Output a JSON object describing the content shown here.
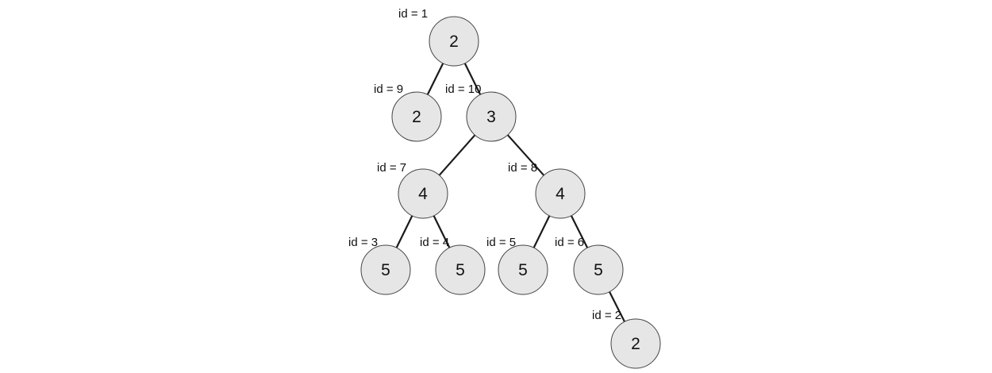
{
  "tree": {
    "nodes": [
      {
        "key": "n1",
        "value": "2",
        "id_label": "id = 1"
      },
      {
        "key": "n9",
        "value": "2",
        "id_label": "id = 9"
      },
      {
        "key": "n10",
        "value": "3",
        "id_label": "id = 10"
      },
      {
        "key": "n7",
        "value": "4",
        "id_label": "id = 7"
      },
      {
        "key": "n8",
        "value": "4",
        "id_label": "id = 8"
      },
      {
        "key": "n3",
        "value": "5",
        "id_label": "id = 3"
      },
      {
        "key": "n4",
        "value": "5",
        "id_label": "id = 4"
      },
      {
        "key": "n5",
        "value": "5",
        "id_label": "id = 5"
      },
      {
        "key": "n6",
        "value": "5",
        "id_label": "id = 6"
      },
      {
        "key": "n2",
        "value": "2",
        "id_label": "id = 2"
      }
    ],
    "edges": [
      [
        "n1",
        "n9"
      ],
      [
        "n1",
        "n10"
      ],
      [
        "n10",
        "n7"
      ],
      [
        "n10",
        "n8"
      ],
      [
        "n7",
        "n3"
      ],
      [
        "n7",
        "n4"
      ],
      [
        "n8",
        "n5"
      ],
      [
        "n8",
        "n6"
      ],
      [
        "n6",
        "n2"
      ]
    ]
  }
}
